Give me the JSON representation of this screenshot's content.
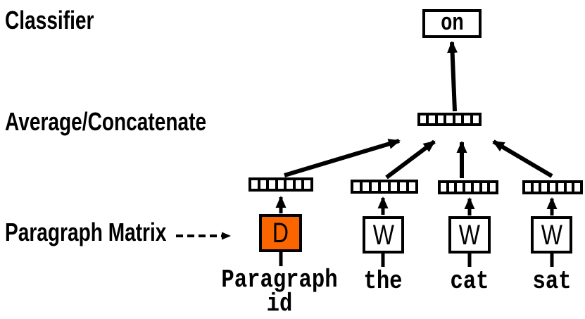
{
  "diagram": {
    "title_labels": {
      "classifier": "Classifier",
      "average_concatenate": "Average/Concatenate",
      "paragraph_matrix": "Paragraph Matrix"
    },
    "output_word": "on",
    "vector_cells": 7,
    "inputs": [
      {
        "box_letter": "D",
        "label_line1": "Paragraph",
        "label_line2": "id"
      },
      {
        "box_letter": "W",
        "label": "the"
      },
      {
        "box_letter": "W",
        "label": "cat"
      },
      {
        "box_letter": "W",
        "label": "sat"
      }
    ],
    "colors": {
      "paragraph_box_fill": "#FB6500",
      "word_box_fill": "#FFFFFF",
      "line_color": "#000000",
      "background": "#FFFFFF"
    }
  }
}
